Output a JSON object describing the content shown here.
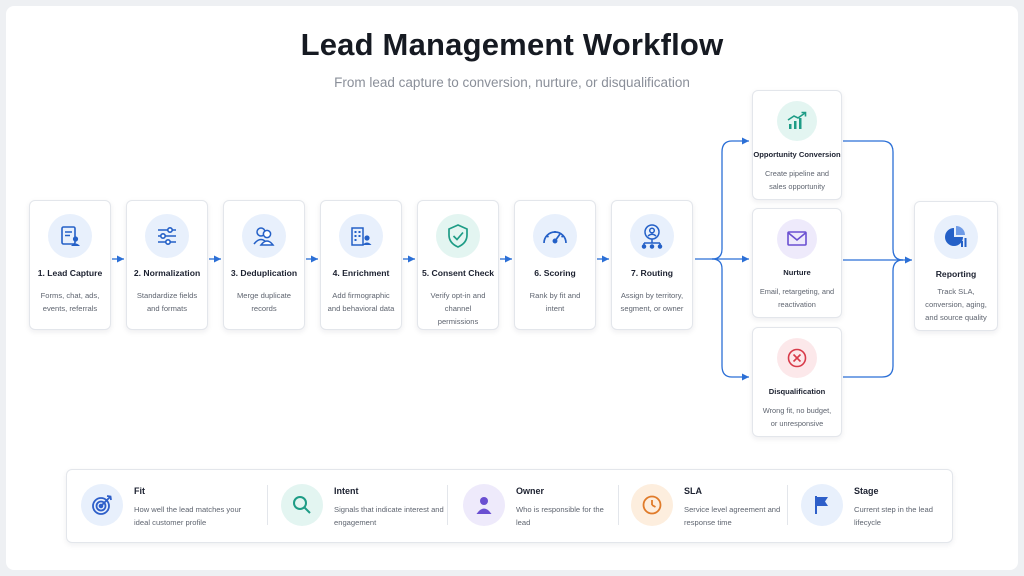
{
  "header": {
    "title": "Lead Management Workflow",
    "subtitle": "From lead capture to conversion, nurture, or disqualification"
  },
  "steps": [
    {
      "title": "1. Lead Capture",
      "desc": "Forms, chat, ads, events, referrals",
      "icon": "form-document-icon"
    },
    {
      "title": "2. Normalization",
      "desc": "Standardize fields and formats",
      "icon": "sliders-icon"
    },
    {
      "title": "3. Deduplication",
      "desc": "Merge duplicate records",
      "icon": "users-duplicate-icon"
    },
    {
      "title": "4. Enrichment",
      "desc": "Add firmographic and behavioral data",
      "icon": "building-person-icon"
    },
    {
      "title": "5. Consent Check",
      "desc": "Verify opt-in and channel permissions",
      "icon": "shield-check-icon"
    },
    {
      "title": "6. Scoring",
      "desc": "Rank by fit and intent",
      "icon": "gauge-icon"
    },
    {
      "title": "7. Routing",
      "desc": "Assign by territory, segment, or owner",
      "icon": "routing-person-icon"
    }
  ],
  "branches": [
    {
      "title": "Opportunity Conversion",
      "desc": "Create pipeline and sales opportunity",
      "icon": "trend-up-icon",
      "color": "#1e9c86"
    },
    {
      "title": "Nurture",
      "desc": "Email, retargeting, and reactivation",
      "icon": "envelope-icon",
      "color": "#6a4fd1"
    },
    {
      "title": "Disqualification",
      "desc": "Wrong fit, no budget, or unresponsive",
      "icon": "x-circle-icon",
      "color": "#d83b4a"
    }
  ],
  "report": {
    "title": "Reporting",
    "desc": "Track SLA, conversion, aging, and source quality",
    "icon": "pie-chart-icon"
  },
  "legend": [
    {
      "term": "Fit",
      "desc": "How well the lead matches your ideal customer profile",
      "icon": "target-icon",
      "color": "#2e5fc9"
    },
    {
      "term": "Intent",
      "desc": "Signals that indicate interest and engagement",
      "icon": "search-icon",
      "color": "#1e9c86"
    },
    {
      "term": "Owner",
      "desc": "Who is responsible for the lead",
      "icon": "person-icon",
      "color": "#6a4fd1"
    },
    {
      "term": "SLA",
      "desc": "Service level agreement and response time",
      "icon": "clock-icon",
      "color": "#e07b2a"
    },
    {
      "term": "Stage",
      "desc": "Current step in the lead lifecycle",
      "icon": "flag-icon",
      "color": "#2e5fc9"
    }
  ],
  "colors": {
    "accent": "#2b6fd6",
    "arrow": "#2b6fd6"
  }
}
